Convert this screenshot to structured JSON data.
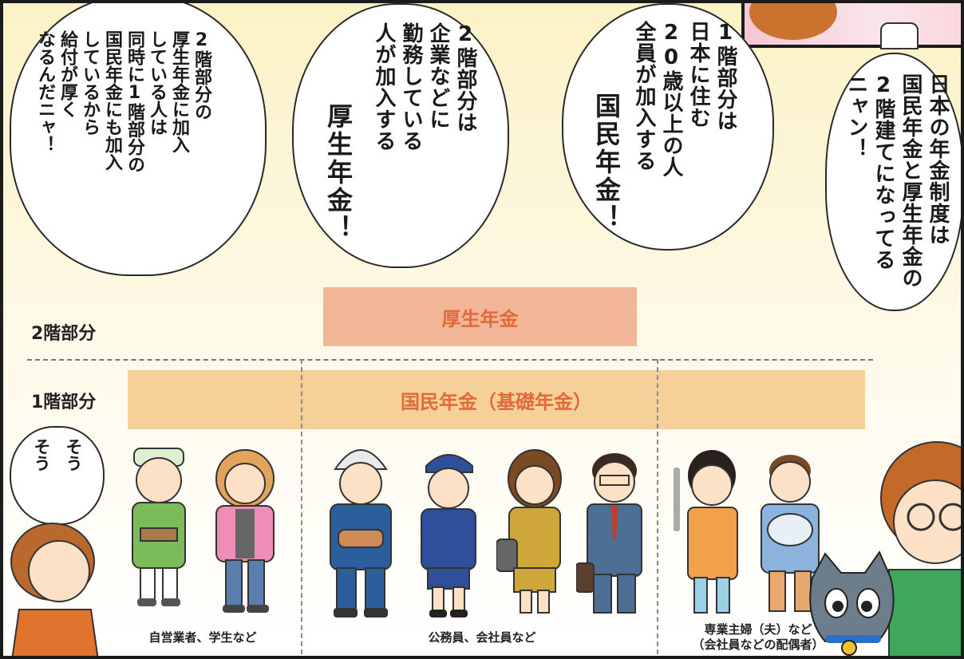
{
  "speech": {
    "b1": "日本の年金制度は\n国民年金と厚生年金の\n2階建てになってる\nニャン！",
    "b2_small": "1階部分は\n日本に住む\n20歳以上の人\n全員が加入する",
    "b2_big": "国民年金！",
    "b3_small": "2階部分は\n企業などに\n勤務している\n人が加入する",
    "b3_big": "厚生年金！",
    "b4": "2階部分の\n厚生年金に加入\nしている人は\n同時に1階部分の\n国民年金にも加入\nしているから\n給付が厚く\nなるんだニャ！",
    "b5": "そう\nそう"
  },
  "floors": {
    "second_label": "2階部分",
    "first_label": "1階部分",
    "second_bar": "厚生年金",
    "first_bar": "国民年金（基礎年金）"
  },
  "groups": {
    "g1": "自営業者、学生など",
    "g2": "公務員、会社員など",
    "g3_line1": "専業主婦（夫）など",
    "g3_line2": "（会社員などの配偶者）"
  },
  "colors": {
    "second_bar": "#f2b597",
    "first_bar": "#f5d199",
    "bar_text": "#e06a3a",
    "background": "#fbf2c6"
  }
}
